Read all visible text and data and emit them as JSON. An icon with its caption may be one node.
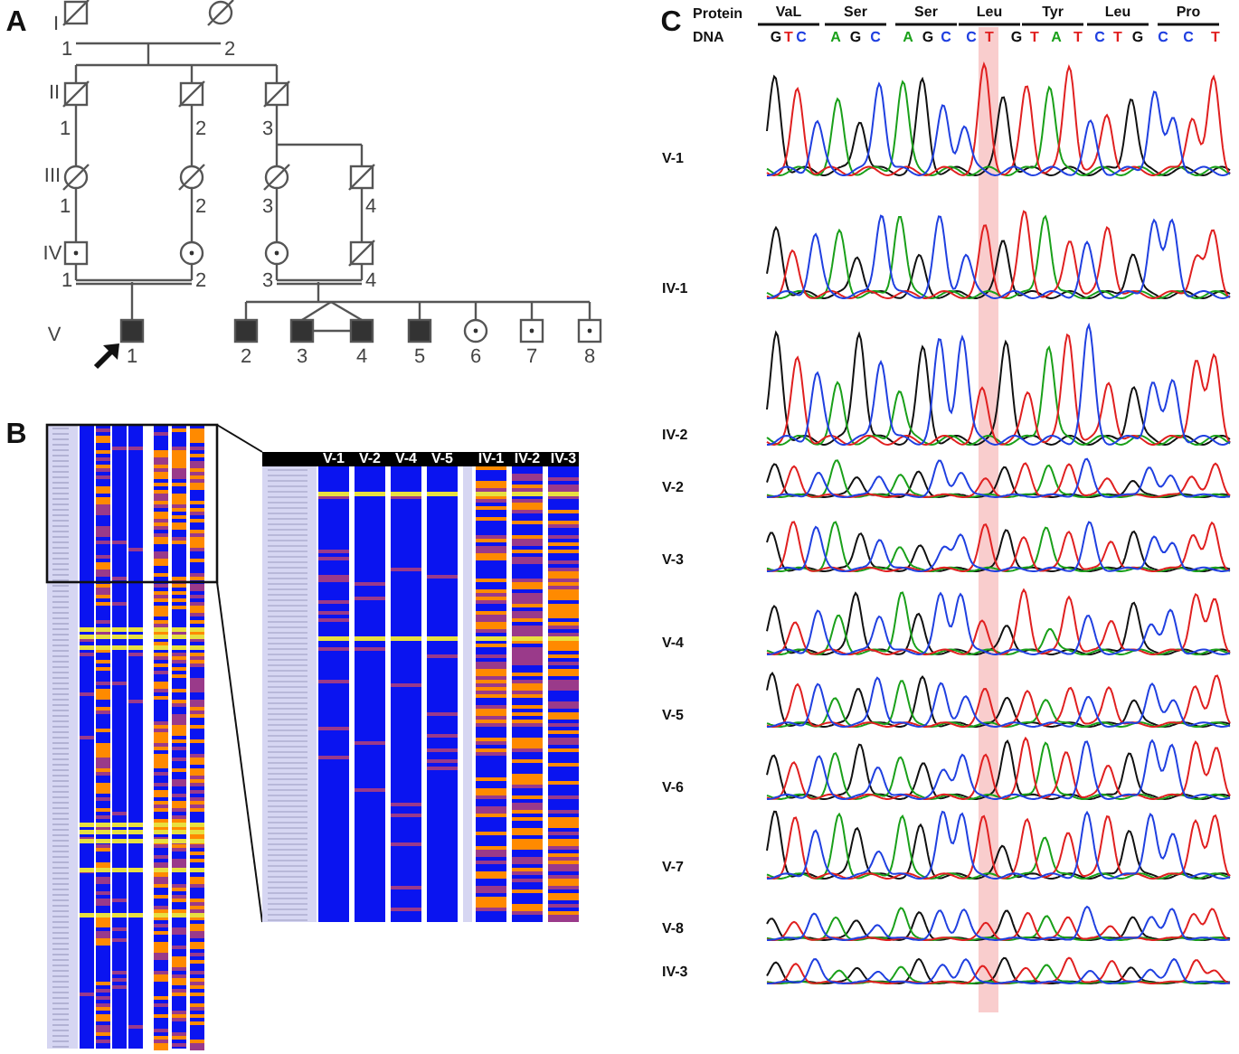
{
  "diagram": {
    "labels": [
      "A",
      "I",
      "1",
      "2",
      "II",
      "1",
      "2",
      "3",
      "III",
      "1",
      "2",
      "3",
      "4",
      "IV",
      "1",
      "2",
      "3",
      "4",
      "V",
      "1",
      "2",
      "3",
      "4",
      "5",
      "6",
      "7",
      "8",
      "B",
      "V-1",
      "V-2",
      "V-4",
      "V-5",
      "IV-1",
      "IV-2",
      "IV-3",
      "C",
      "Protein",
      "DNA",
      "VaL",
      "Ser",
      "Ser",
      "Leu",
      "Tyr",
      "Leu",
      "Pro",
      "G",
      "T",
      "C",
      "A",
      "G",
      "C",
      "A",
      "G",
      "C",
      "C",
      "T",
      "G",
      "T",
      "A",
      "T",
      "C",
      "T",
      "G",
      "C",
      "C",
      "T",
      "V-1",
      "IV-1",
      "IV-2",
      "V-2",
      "V-3",
      "V-4",
      "V-5",
      "V-6",
      "V-7",
      "V-8",
      "IV-3"
    ]
  }
}
